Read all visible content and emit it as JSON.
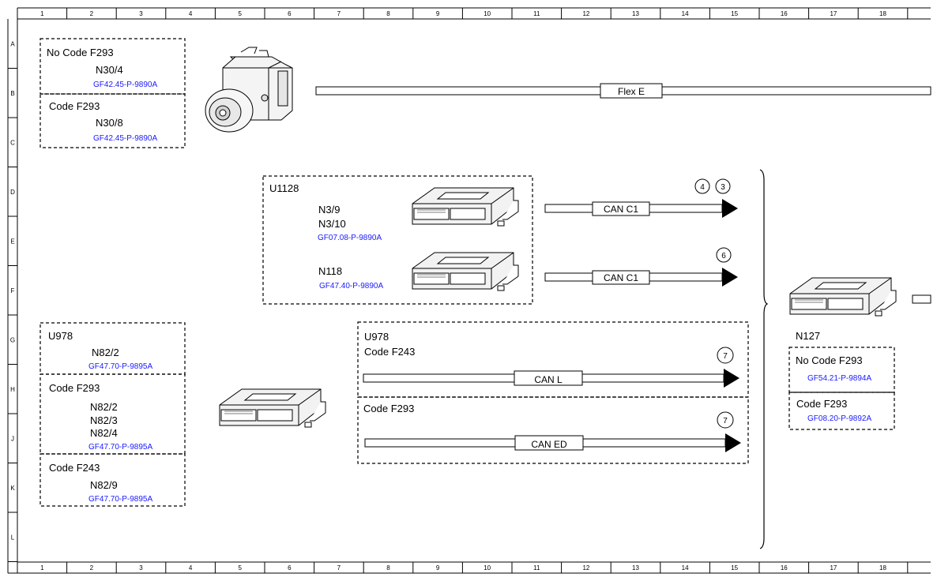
{
  "ruler": {
    "columns": [
      "1",
      "2",
      "3",
      "4",
      "5",
      "6",
      "7",
      "8",
      "9",
      "10",
      "11",
      "12",
      "13",
      "14",
      "15",
      "16",
      "17",
      "18"
    ],
    "rows": [
      "A",
      "B",
      "C",
      "D",
      "E",
      "F",
      "G",
      "H",
      "J",
      "K",
      "L"
    ]
  },
  "abs_group": {
    "no_code": {
      "label": "No Code F293",
      "part": "N30/4",
      "ref": "GF42.45-P-9890A"
    },
    "code": {
      "label": "Code F293",
      "part": "N30/8",
      "ref": "GF42.45-P-9890A"
    }
  },
  "u1128_group": {
    "title": "U1128",
    "upper": {
      "part1": "N3/9",
      "part2": "N3/10",
      "ref": "GF07.08-P-9890A"
    },
    "lower": {
      "part": "N118",
      "ref": "GF47.40-P-9890A"
    }
  },
  "u978_left": {
    "title": "U978",
    "g1": {
      "part": "N82/2",
      "ref": "GF47.70-P-9895A"
    },
    "g2": {
      "label": "Code F293",
      "parts": [
        "N82/2",
        "N82/3",
        "N82/4"
      ],
      "ref": "GF47.70-P-9895A"
    },
    "g3": {
      "label": "Code F243",
      "part": "N82/9",
      "ref": "GF47.70-P-9895A"
    }
  },
  "u978_right": {
    "title": "U978",
    "code_f243": "Code F243",
    "code_f293": "Code F293"
  },
  "buses": {
    "flex": "Flex E",
    "can_c1_a": "CAN C1",
    "can_c1_b": "CAN C1",
    "can_l": "CAN L",
    "can_ed": "CAN ED"
  },
  "circles": {
    "c4": "4",
    "c3": "3",
    "c6": "6",
    "c7a": "7",
    "c7b": "7"
  },
  "n127": {
    "title": "N127",
    "no_code": {
      "label": "No Code F293",
      "ref": "GF54.21-P-9894A"
    },
    "code": {
      "label": "Code F293",
      "ref": "GF08.20-P-9892A"
    }
  }
}
